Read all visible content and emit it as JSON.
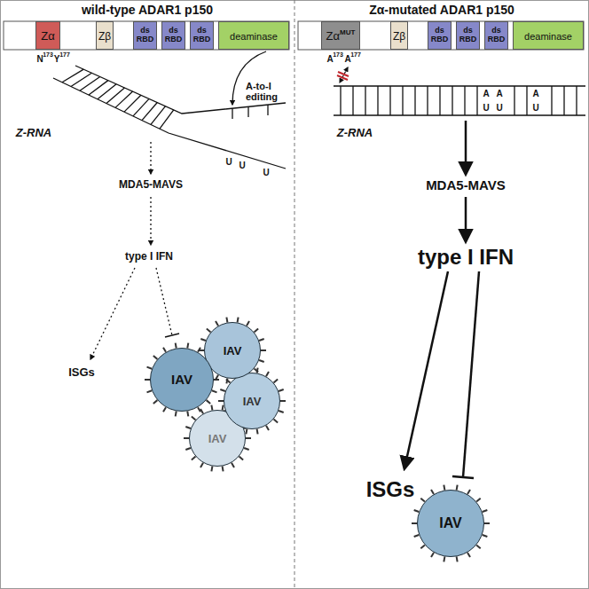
{
  "diagram": {
    "nodes": [
      {
        "text": [
          "Zα"
        ]
      },
      {
        "text": [
          "Zβ"
        ]
      },
      {
        "text": [
          "ds RBD"
        ]
      },
      {
        "text": [
          "ds RBD"
        ]
      },
      {
        "text": [
          "ds RBD"
        ]
      },
      {
        "text": [
          "deaminase"
        ]
      },
      {
        "text": [
          "IAV"
        ]
      },
      {
        "text": [
          "IAV"
        ]
      },
      {
        "text": [
          "IAV"
        ]
      },
      {
        "text": [
          "IAV"
        ]
      },
      {
        "text": [
          "Zα",
          "MUT"
        ]
      },
      {
        "text": [
          "Zβ"
        ]
      },
      {
        "text": [
          "ds RBD"
        ]
      },
      {
        "text": [
          "ds RBD"
        ]
      },
      {
        "text": [
          "ds RBD"
        ]
      },
      {
        "text": [
          "deaminase"
        ]
      },
      {
        "text": [
          "IAV"
        ]
      }
    ],
    "labels": [
      "wild-type ADAR1 p150",
      "Zα-mutated ADAR1 p150",
      "N",
      "173",
      "Y",
      "177",
      "Z-RNA",
      "A-to-I editing",
      "U",
      "U",
      "U",
      "MDA5-MAVS",
      "type I IFN",
      "ISGs",
      "A",
      "173",
      "A",
      "177",
      "Z-RNA",
      "A",
      "A",
      "A",
      "U",
      "U",
      "U",
      "MDA5-MAVS",
      "type I IFN",
      "ISGs"
    ]
  }
}
